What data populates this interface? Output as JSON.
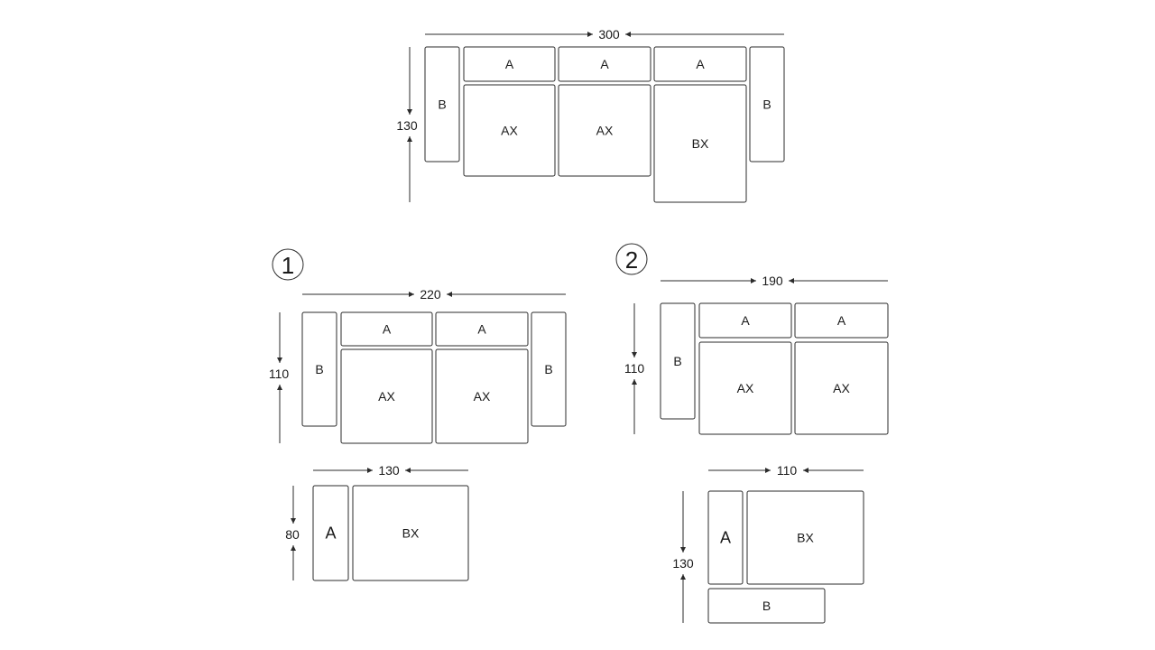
{
  "groups": [
    {
      "id": "main",
      "badge": "",
      "width_label": "300",
      "height_label": "130",
      "modules": [
        "B",
        "A",
        "A",
        "A",
        "B",
        "AX",
        "AX",
        "BX"
      ]
    },
    {
      "id": "option-1-sofa",
      "badge": "1",
      "width_label": "220",
      "height_label": "110",
      "modules": [
        "B",
        "A",
        "A",
        "B",
        "AX",
        "AX"
      ]
    },
    {
      "id": "option-1-chaise",
      "badge": "",
      "width_label": "130",
      "height_label": "80",
      "modules": [
        "A",
        "BX"
      ]
    },
    {
      "id": "option-2-sofa",
      "badge": "2",
      "width_label": "190",
      "height_label": "110",
      "modules": [
        "B",
        "A",
        "A",
        "AX",
        "AX"
      ]
    },
    {
      "id": "option-2-chaise",
      "badge": "",
      "width_label": "110",
      "height_label": "130",
      "modules": [
        "A",
        "BX",
        "B"
      ]
    }
  ]
}
